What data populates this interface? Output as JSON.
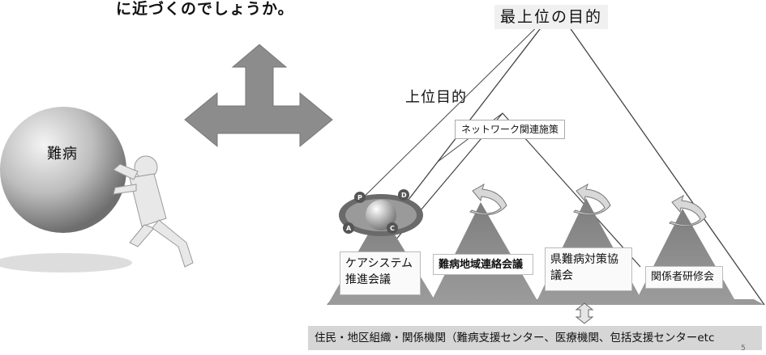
{
  "heading": "に近づくのでしょうか。",
  "ball_label": "難病",
  "top_goal": "最上位の目的",
  "upper_goal": "上位目的",
  "network_label": "ネットワーク関連施策",
  "boxes": {
    "care_system": "ケアシステム推進会議",
    "renraku": "難病地域連絡会議",
    "ken": "県難病対策協議会",
    "kankei": "関係者研修会"
  },
  "pdca": {
    "p": "P",
    "d": "D",
    "c": "C",
    "a": "A"
  },
  "bottom_bar": "住民・地区組織・関係機関（難病支援センター、医療機関、包括支援センターetc",
  "page_number": "5"
}
